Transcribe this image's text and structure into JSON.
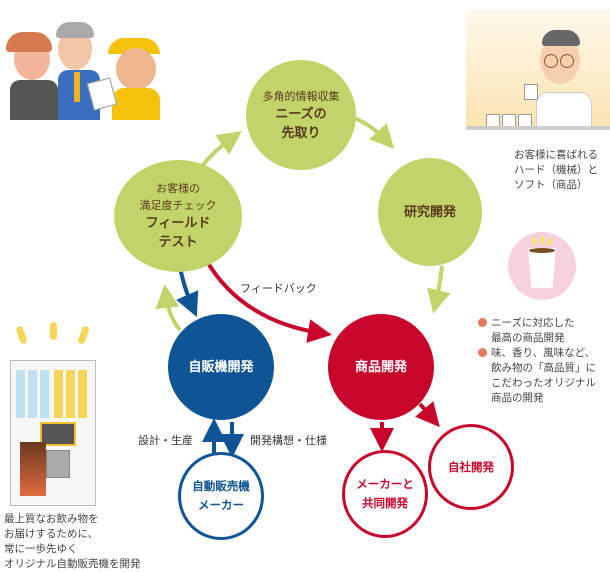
{
  "nodes": {
    "needs": {
      "sub": "多角的情報収集",
      "title_line1": "ニーズの",
      "title_line2": "先取り"
    },
    "field_test": {
      "sub_line1": "お客様の",
      "sub_line2": "満足度チェック",
      "title_line1": "フィールド",
      "title_line2": "テスト"
    },
    "research": {
      "title": "研究開発"
    },
    "vending_dev": {
      "title": "自販機開発"
    },
    "product_dev": {
      "title": "商品開発"
    },
    "vending_maker": {
      "title_line1": "自動販売機",
      "title_line2": "メーカー"
    },
    "joint_dev": {
      "title_line1": "メーカーと",
      "title_line2": "共同開発"
    },
    "inhouse_dev": {
      "title": "自社開発"
    }
  },
  "labels": {
    "feedback": "フィードバック",
    "design_production": "設計・生産",
    "planning_specs": "開発構想・仕様"
  },
  "notes": {
    "top_right": [
      "お客様に喜ばれる",
      "ハード（機械）と",
      "ソフト（商品）"
    ],
    "product_bullets": [
      [
        "ニーズに対応した",
        "最高の商品開発"
      ],
      [
        "味、香り、風味など、",
        "飲み物の「高品質」に",
        "こだわったオリジナル",
        "商品の開発"
      ]
    ],
    "bottom_left": [
      "最上質なお飲み物を",
      "お届けするために、",
      "常に一歩先ゆく",
      "オリジナル自動販売機を開発"
    ]
  },
  "colors": {
    "green": "#c2d469",
    "brown_text": "#5a3a1e",
    "blue": "#0f5596",
    "red": "#c8062b",
    "bullet": "#e07a63"
  }
}
